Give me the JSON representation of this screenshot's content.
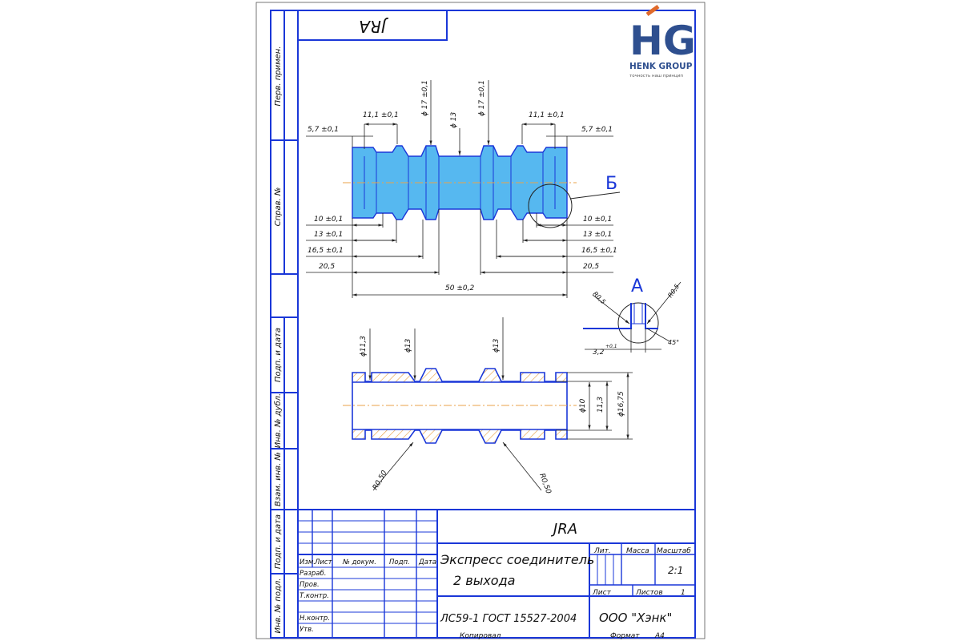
{
  "logo": {
    "mark": "HG",
    "name": "HENK GROUP",
    "tagline": "точность наш принцип"
  },
  "top_code": "JRA",
  "side_labels": [
    "Перв. примен.",
    "Справ. №",
    "Подп. и дата",
    "Инв. № дубл.",
    "Взам. инв. №",
    "Подп. и дата",
    "Инв. № подл."
  ],
  "view_markers": {
    "b": "Б",
    "a": "А"
  },
  "dims_top": {
    "d1": "11,1 ±0,1",
    "d2": "11,1 ±0,1",
    "d3": "5,7 ±0,1",
    "d4": "5,7 ±0,1",
    "dia17a": "ϕ 17 ±0,1",
    "dia13": "ϕ 13",
    "dia17b": "ϕ 17 ±0,1",
    "l10": "10 ±0,1",
    "l13": "13 ±0,1",
    "l165": "16,5 ±0,1",
    "l205": "20,5",
    "r10": "10 ±0,1",
    "r13": "13 ±0,1",
    "r165": "16,5 ±0,1",
    "r205": "20,5",
    "total": "50 ±0,2"
  },
  "detail_a": {
    "r1": "R0,5",
    "r2": "R0,5",
    "w": "3,2",
    "w_tol": "+0,1",
    "angle": "45°"
  },
  "dims_section": {
    "d113": "ϕ11,3",
    "d13a": "ϕ13",
    "d13b": "ϕ13",
    "d10": "ϕ10",
    "d113b": "11,3",
    "d1675": "ϕ16,75",
    "r1": "R0,50",
    "r2": "R0,50"
  },
  "title_block": {
    "code": "JRA",
    "name_line1": "Экспресс соединитель",
    "name_line2": "2 выхода",
    "material": "ЛС59-1 ГОСТ 15527-2004",
    "company": "ООО \"Хэнк\"",
    "col_izm": "Изм.",
    "col_list": "Лист",
    "col_doc": "№ докум.",
    "col_podp": "Подп.",
    "col_data": "Дата",
    "row_razrab": "Разраб.",
    "row_prov": "Пров.",
    "row_tkontr": "Т.контр.",
    "row_nkontr": "Н.контр.",
    "row_utv": "Утв.",
    "lit": "Лит.",
    "massa": "Масса",
    "masshtab": "Масштаб",
    "scale": "2:1",
    "list": "Лист",
    "listov": "Листов",
    "listov_val": "1",
    "kopiroval": "Копировал",
    "format": "Формат",
    "format_val": "A4"
  },
  "colors": {
    "line": "#1a37d8",
    "fill": "#56b8f0",
    "axis": "#e8a34a",
    "logo_blue": "#2e4f8f",
    "logo_orange": "#e06a2a"
  }
}
